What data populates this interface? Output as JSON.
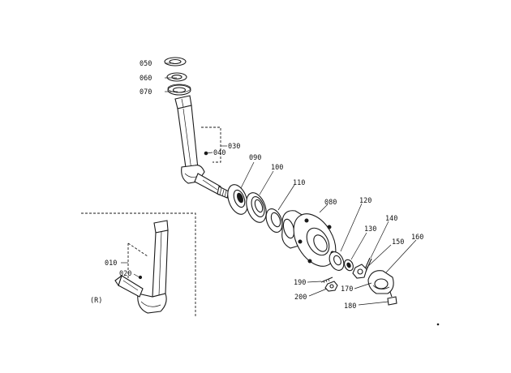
{
  "labels": {
    "p010": "010",
    "p020": "020",
    "p030": "030",
    "p040": "040",
    "p050": "050",
    "p060": "060",
    "p070": "070",
    "p080": "080",
    "p090": "090",
    "p100": "100",
    "p110": "110",
    "p120": "120",
    "p130": "130",
    "p140": "140",
    "p150": "150",
    "p160": "160",
    "p170": "170",
    "p180": "180",
    "p190": "190",
    "p200": "200",
    "side_mark": "(R)"
  }
}
